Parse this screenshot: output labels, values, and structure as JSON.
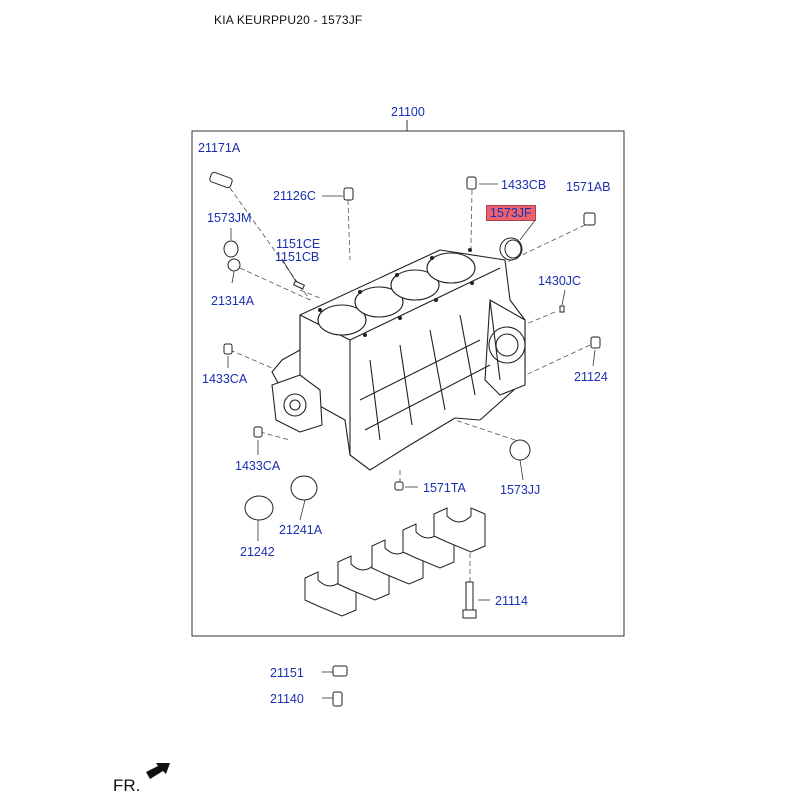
{
  "header": {
    "title": "KIA KEURPPU20 - 1573JF"
  },
  "orientation": {
    "label": "FR."
  },
  "parts": {
    "p21100": "21100",
    "p21171A": "21171A",
    "p21126C": "21126C",
    "p1433CB": "1433CB",
    "p1571AB": "1571AB",
    "p1573JM": "1573JM",
    "p1573JF": "1573JF",
    "p1151CE": "1151CE",
    "p1151CB": "1151CB",
    "p1430JC": "1430JC",
    "p21314A": "21314A",
    "p1433CA_1": "1433CA",
    "p21124": "21124",
    "p1433CA_2": "1433CA",
    "p1571TA": "1571TA",
    "p1573JJ": "1573JJ",
    "p21241A": "21241A",
    "p21242": "21242",
    "p21114": "21114",
    "p21151": "21151",
    "p21140": "21140"
  },
  "colors": {
    "label": "#1a2fb0",
    "highlight": "#e8636f",
    "line": "#222222"
  }
}
